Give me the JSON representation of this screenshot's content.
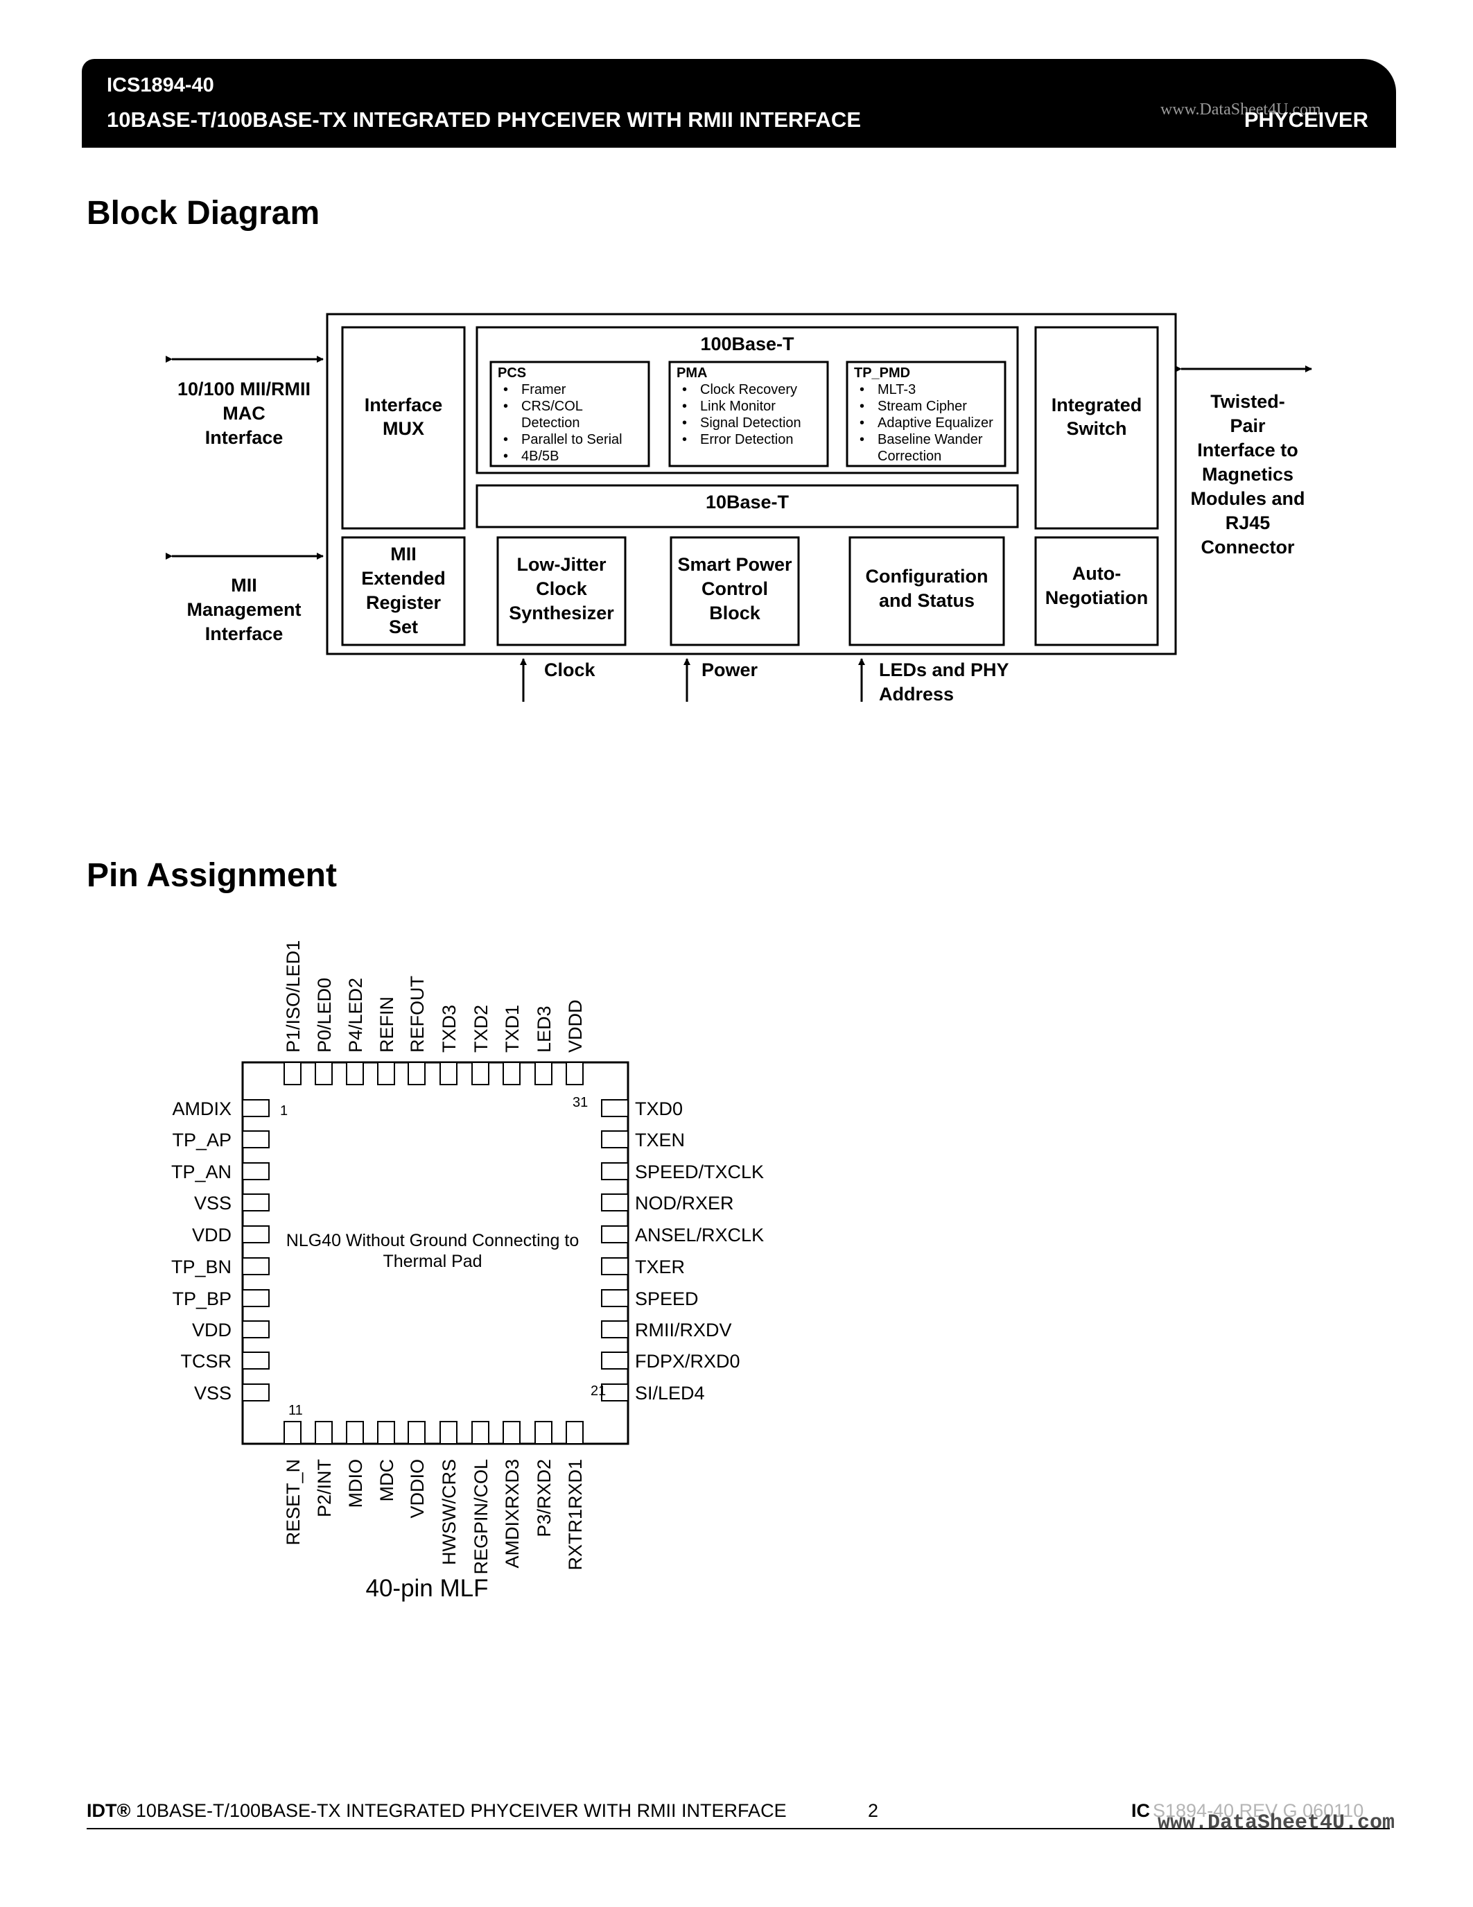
{
  "header": {
    "part_number": "ICS1894-40",
    "subtitle": "10BASE-T/100BASE-TX INTEGRATED PHYCEIVER WITH RMII INTERFACE",
    "category": "PHYCEIVER",
    "watermark": "www.DataSheet4U.com"
  },
  "block_diagram": {
    "title": "Block Diagram",
    "left_label_top": [
      "10/100 MII/RMII",
      "MAC",
      "Interface"
    ],
    "left_label_bottom": [
      "MII",
      "Management",
      "Interface"
    ],
    "right_label": [
      "Twisted-",
      "Pair",
      "Interface to",
      "Magnetics",
      "Modules and",
      "RJ45",
      "Connector"
    ],
    "interface_mux": [
      "Interface",
      "MUX"
    ],
    "group_100": "100Base-T",
    "pcs": {
      "title": "PCS",
      "items": [
        "Framer",
        "CRS/COL",
        "Detection",
        "Parallel to Serial",
        "4B/5B"
      ]
    },
    "pma": {
      "title": "PMA",
      "items": [
        "Clock Recovery",
        "Link Monitor",
        "Signal Detection",
        "Error Detection"
      ]
    },
    "tp_pmd": {
      "title": "TP_PMD",
      "items": [
        "MLT-3",
        "Stream Cipher",
        "Adaptive Equalizer",
        "Baseline Wander",
        "Correction"
      ]
    },
    "integrated_switch": [
      "Integrated",
      "Switch"
    ],
    "group_10": "10Base-T",
    "mii_ext": [
      "MII",
      "Extended",
      "Register",
      "Set"
    ],
    "clock_synth": [
      "Low-Jitter",
      "Clock",
      "Synthesizer"
    ],
    "smart_power": [
      "Smart Power",
      "Control",
      "Block"
    ],
    "config_status": [
      "Configuration",
      "and Status"
    ],
    "auto_neg": [
      "Auto-",
      "Negotiation"
    ],
    "input_clock": "Clock",
    "input_power": "Power",
    "input_leds": [
      "LEDs and PHY",
      "Address"
    ]
  },
  "pin_assignment": {
    "title": "Pin Assignment",
    "top_pins": [
      "P1/ISO/LED1",
      "P0/LED0",
      "P4/LED2",
      "REFIN",
      "REFOUT",
      "TXD3",
      "TXD2",
      "TXD1",
      "LED3",
      "VDDD"
    ],
    "left_pins": [
      "AMDIX",
      "TP_AP",
      "TP_AN",
      "VSS",
      "VDD",
      "TP_BN",
      "TP_BP",
      "VDD",
      "TCSR",
      "VSS"
    ],
    "right_pins": [
      "TXD0",
      "TXEN",
      "SPEED/TXCLK",
      "NOD/RXER",
      "ANSEL/RXCLK",
      "TXER",
      "SPEED",
      "RMII/RXDV",
      "FDPX/RXD0",
      "SI/LED4"
    ],
    "bottom_pins": [
      "RESET_N",
      "P2/INT",
      "MDIO",
      "MDC",
      "VDDIO",
      "HWSW/CRS",
      "REGPIN/COL",
      "AMDIXRXD3",
      "P3/RXD2",
      "RXTR1RXD1"
    ],
    "pin_num_1": "1",
    "pin_num_11": "11",
    "pin_num_21": "21",
    "pin_num_31": "31",
    "center_text": [
      "NLG40 Without Ground Connecting to",
      "Thermal Pad"
    ],
    "package": "40-pin MLF"
  },
  "footer": {
    "brand": "IDT®",
    "text": "10BASE-T/100BASE-TX INTEGRATED PHYCEIVER WITH RMII INTERFACE",
    "page": "2",
    "doc_prefix": "IC",
    "doc_rest": "S1894-40     REV G  060110",
    "watermark": "www.DataSheet4U.com"
  }
}
